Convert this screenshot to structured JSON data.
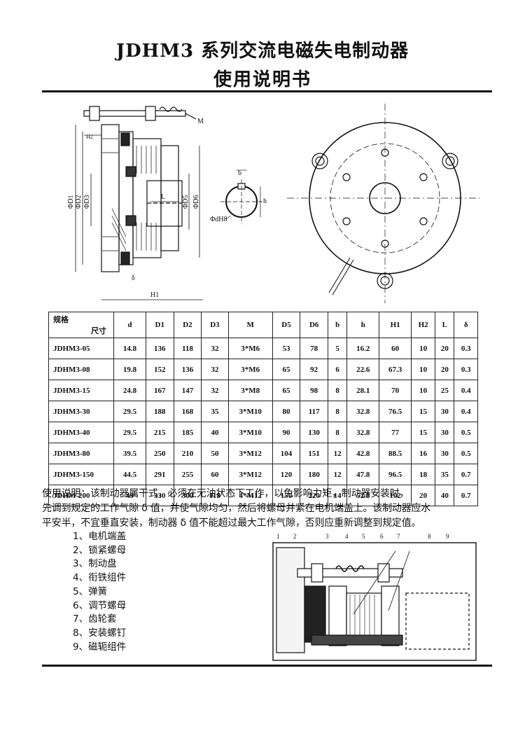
{
  "title": {
    "line1": "JDHM3 系列交流电磁失电制动器",
    "line2": "使用说明书"
  },
  "drawing_labels": {
    "M": "M",
    "H2": "H2",
    "D1": "ΦD1",
    "D2": "ΦD2",
    "D3": "ΦD3",
    "L": "L",
    "D5": "ΦD5",
    "D6": "ΦD6",
    "delta": "δ",
    "H1": "H1",
    "b": "b",
    "h": "h",
    "dH8": "ΦdH8",
    "part_numbers": [
      "1",
      "2",
      "3",
      "4",
      "5",
      "6",
      "7",
      "8",
      "9"
    ]
  },
  "table": {
    "corner_top": "规格",
    "corner_bottom": "尺寸",
    "headers": [
      "d",
      "D1",
      "D2",
      "D3",
      "M",
      "D5",
      "D6",
      "b",
      "h",
      "H1",
      "H2",
      "L",
      "δ"
    ],
    "rows": [
      [
        "JDHM3-05",
        "14.8",
        "136",
        "118",
        "32",
        "3*M6",
        "53",
        "78",
        "5",
        "16.2",
        "60",
        "10",
        "20",
        "0.3"
      ],
      [
        "JDHM3-08",
        "19.8",
        "152",
        "136",
        "32",
        "3*M6",
        "65",
        "92",
        "6",
        "22.6",
        "67.3",
        "10",
        "20",
        "0.3"
      ],
      [
        "JDHM3-15",
        "24.8",
        "167",
        "147",
        "32",
        "3*M8",
        "65",
        "98",
        "8",
        "28.1",
        "70",
        "10",
        "25",
        "0.4"
      ],
      [
        "JDHM3-30",
        "29.5",
        "188",
        "168",
        "35",
        "3*M10",
        "80",
        "117",
        "8",
        "32.8",
        "76.5",
        "15",
        "30",
        "0.4"
      ],
      [
        "JDHM3-40",
        "29.5",
        "215",
        "185",
        "40",
        "3*M10",
        "90",
        "130",
        "8",
        "32.8",
        "77",
        "15",
        "30",
        "0.5"
      ],
      [
        "JDHM3-80",
        "39.5",
        "250",
        "210",
        "50",
        "3*M12",
        "104",
        "151",
        "12",
        "42.8",
        "88.5",
        "16",
        "30",
        "0.5"
      ],
      [
        "JDHM3-150",
        "44.5",
        "291",
        "255",
        "60",
        "3*M12",
        "120",
        "180",
        "12",
        "47.8",
        "96.5",
        "18",
        "35",
        "0.7"
      ],
      [
        "JDHM-200",
        "49",
        "330",
        "300",
        "118",
        "4*M12",
        "150",
        "220",
        "14",
        "52.8",
        "102",
        "20",
        "40",
        "0.7"
      ]
    ]
  },
  "instructions": {
    "line1": "使用说明：该制动器属干式，必须在无油状态下工作，以免影响力矩，制动器安装时，",
    "line2": "先调到规定的工作气隙 δ 值，并使气隙均匀，然后将螺母并紧在电机端盖上。该制动器应水",
    "line3": "平安半，不宜垂直安装，制动器 δ 值不能超过最大工作气隙，否则应重新调整到规定值。"
  },
  "parts": [
    "1、电机端盖",
    "2、锁紧螺母",
    "3、制动盘",
    "4、衔铁组件",
    "5、弹簧",
    "6、调节螺母",
    "7、齿轮套",
    "8、安装螺钉",
    "9、磁轭组件"
  ]
}
